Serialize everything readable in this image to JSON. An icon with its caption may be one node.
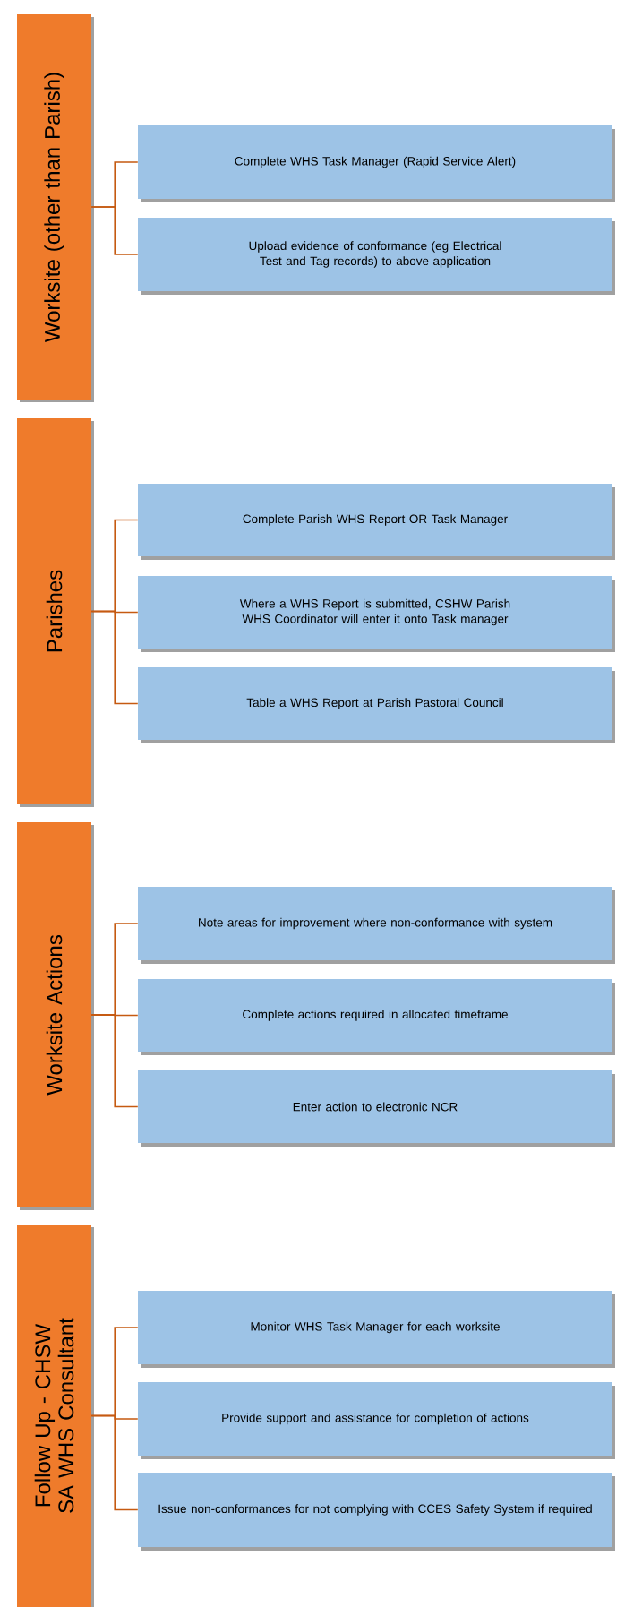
{
  "diagram": {
    "nodes": [
      {
        "text": [
          "Worksite (other than Parish)"
        ]
      },
      {
        "text": [
          "Complete WHS Task Manager (Rapid Service Alert)"
        ]
      },
      {
        "text": [
          "Upload evidence of conformance (eg Electrical Test and Tag records) to above application"
        ]
      },
      {
        "text": [
          "Parishes"
        ]
      },
      {
        "text": [
          "Complete Parish WHS Report OR Task Manager"
        ]
      },
      {
        "text": [
          "Where a WHS Report is submitted,  CSHW Parish WHS Coordinator will enter it onto Task manager"
        ]
      },
      {
        "text": [
          "Table a WHS Report at Parish Pastoral Council"
        ]
      },
      {
        "text": [
          "Worksite Actions"
        ]
      },
      {
        "text": [
          "Note areas for improvement where non-conformance with system"
        ]
      },
      {
        "text": [
          "Complete actions required in allocated timeframe"
        ]
      },
      {
        "text": [
          "Enter action to electronic NCR"
        ]
      },
      {
        "text": [
          "Follow Up - CHSW SA WHS Consultant"
        ]
      },
      {
        "text": [
          "Monitor WHS Task Manager for each worksite"
        ]
      },
      {
        "text": [
          "Provide support and assistance for completion of actions"
        ]
      },
      {
        "text": [
          "Issue non-conformances for not complying with CCES Safety System if required"
        ]
      }
    ],
    "edges": [
      {
        "from": 0,
        "to": 1,
        "arrow": "none"
      },
      {
        "from": 0,
        "to": 2,
        "arrow": "none"
      },
      {
        "from": 3,
        "to": 4,
        "arrow": "none"
      },
      {
        "from": 3,
        "to": 5,
        "arrow": "none"
      },
      {
        "from": 3,
        "to": 6,
        "arrow": "none"
      },
      {
        "from": 7,
        "to": 8,
        "arrow": "none"
      },
      {
        "from": 7,
        "to": 9,
        "arrow": "none"
      },
      {
        "from": 7,
        "to": 10,
        "arrow": "none"
      },
      {
        "from": 11,
        "to": 12,
        "arrow": "none"
      },
      {
        "from": 11,
        "to": 13,
        "arrow": "none"
      },
      {
        "from": 11,
        "to": 14,
        "arrow": "none"
      }
    ]
  }
}
